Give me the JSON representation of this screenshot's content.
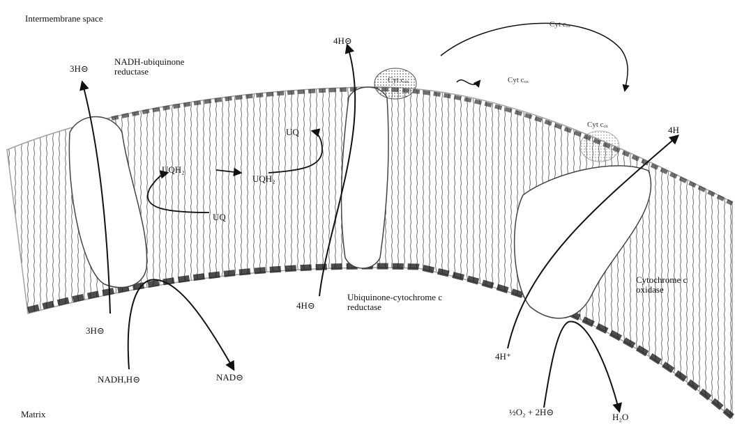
{
  "regions": {
    "intermembrane": "Intermembrane space",
    "matrix": "Matrix"
  },
  "complex_i": {
    "name": "NADH-ubiquinone\nreductase",
    "proton_out": "3H⊝",
    "proton_in": "3H⊝",
    "substrate": "NADH,H⊝",
    "product": "NAD⊝"
  },
  "quinone_cycle": {
    "uqh2_left": "UQH₂",
    "uqh2_right": "UQH₂",
    "uq_top": "UQ",
    "uq_bottom": "UQ"
  },
  "complex_iii": {
    "name": "Ubiquinone-cytochrome c\nreductase",
    "proton_out": "4H⊝",
    "proton_in": "4H⊝"
  },
  "cytochrome_c": {
    "cyt_top": "Cyt cₒₓ",
    "cyt_left": "Cyt cₒₓ",
    "cyt_mid": "Cyt cₒₓ",
    "cyt_right": "Cyt cₒₓ"
  },
  "complex_iv": {
    "name": "Cytochrome c\noxidase",
    "proton_out": "4H",
    "proton_in": "4H⁺",
    "substrate": "½O₂ + 2H⊝",
    "product": "H₂O"
  },
  "colors": {
    "ink": "#111111",
    "membrane_line": "#555555",
    "complex_fill": "#ffffff"
  }
}
